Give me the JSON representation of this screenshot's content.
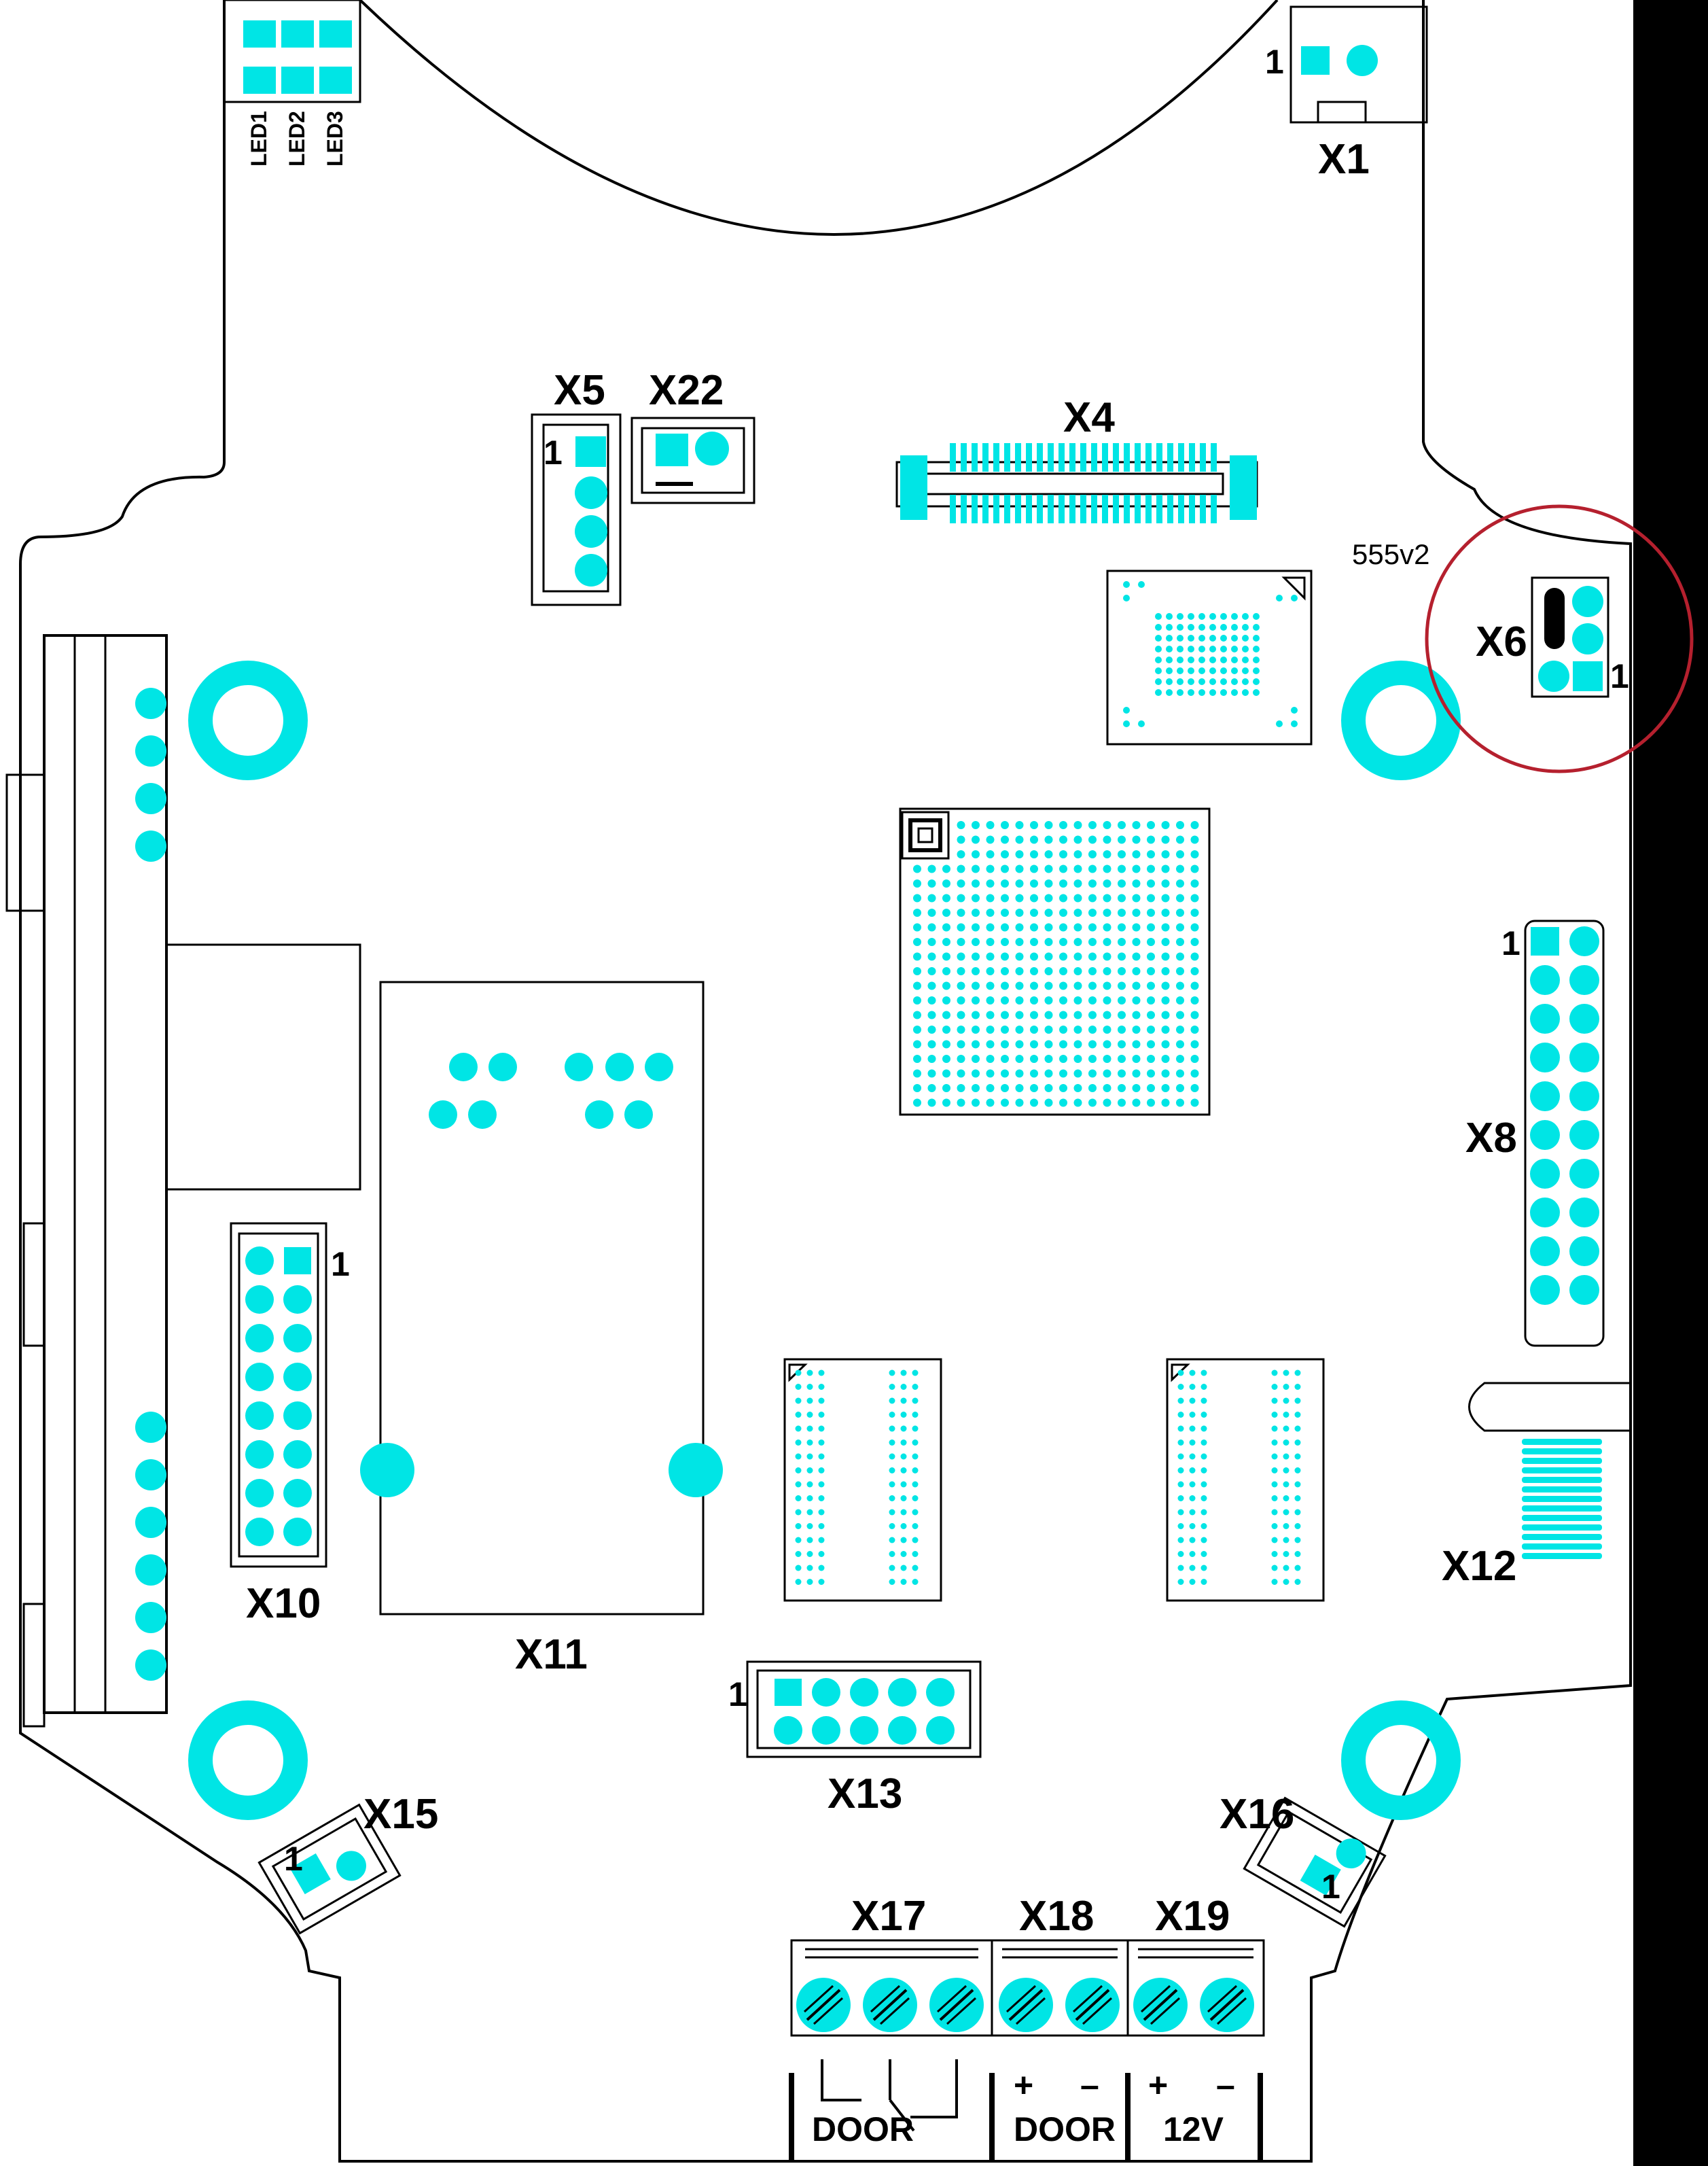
{
  "colors": {
    "pad": "#00e5e5",
    "outline": "#000000",
    "highlight_circle": "#b5202e",
    "background": "#ffffff",
    "side_bar": "#000000"
  },
  "board": {
    "version": "555v2",
    "leds": [
      "LED1",
      "LED2",
      "LED3"
    ],
    "pin1_marker": "1"
  },
  "connectors": {
    "x1": "X1",
    "x4": "X4",
    "x5": "X5",
    "x6": "X6",
    "x8": "X8",
    "x10": "X10",
    "x11": "X11",
    "x12": "X12",
    "x13": "X13",
    "x15": "X15",
    "x16": "X16",
    "x17": "X17",
    "x18": "X18",
    "x19": "X19",
    "x22": "X22"
  },
  "terminals": {
    "x17_label": "DOOR",
    "x18_plus": "+",
    "x18_minus": "–",
    "x18_label": "DOOR",
    "x19_plus": "+",
    "x19_minus": "–",
    "x19_label": "12V"
  },
  "highlight": {
    "target": "X6"
  }
}
